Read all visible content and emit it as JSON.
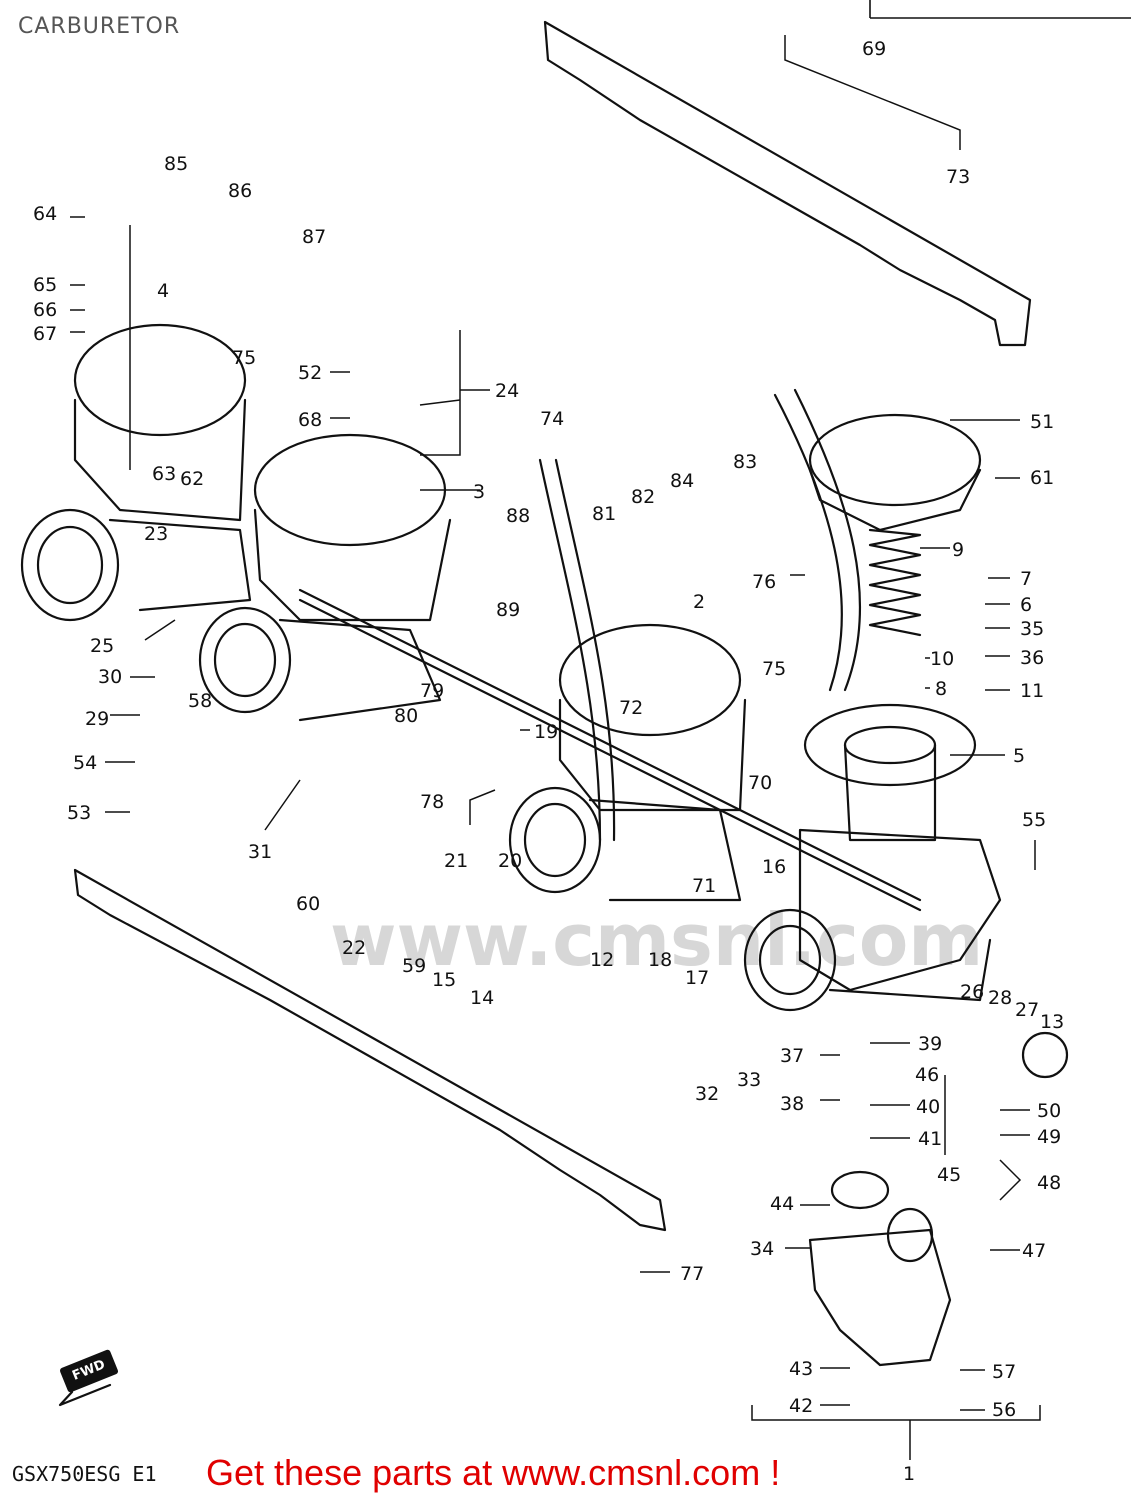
{
  "page": {
    "title": "CARBURETOR"
  },
  "footer": {
    "model_code": "GSX750ESG E1",
    "promo_text": "Get these parts at www.cmsnl.com !"
  },
  "watermark": {
    "text": "www.cmsnl.com"
  },
  "fwd_label": "FWD",
  "callouts": [
    "1",
    "2",
    "3",
    "4",
    "5",
    "6",
    "7",
    "8",
    "9",
    "10",
    "11",
    "12",
    "13",
    "14",
    "15",
    "16",
    "17",
    "18",
    "19",
    "20",
    "21",
    "22",
    "23",
    "24",
    "25",
    "26",
    "27",
    "28",
    "29",
    "30",
    "31",
    "32",
    "33",
    "34",
    "35",
    "36",
    "37",
    "38",
    "39",
    "40",
    "41",
    "42",
    "43",
    "44",
    "45",
    "46",
    "47",
    "48",
    "49",
    "50",
    "51",
    "52",
    "53",
    "54",
    "55",
    "56",
    "57",
    "58",
    "59",
    "60",
    "61",
    "62",
    "63",
    "64",
    "65",
    "66",
    "67",
    "68",
    "69",
    "70",
    "71",
    "72",
    "73",
    "74",
    "75",
    "75",
    "76",
    "77",
    "78",
    "79",
    "80",
    "81",
    "82",
    "83",
    "84",
    "85",
    "86",
    "87",
    "88",
    "89"
  ],
  "colors": {
    "promo": "#e00000",
    "line": "#111111",
    "watermark": "#d7d7d7"
  }
}
